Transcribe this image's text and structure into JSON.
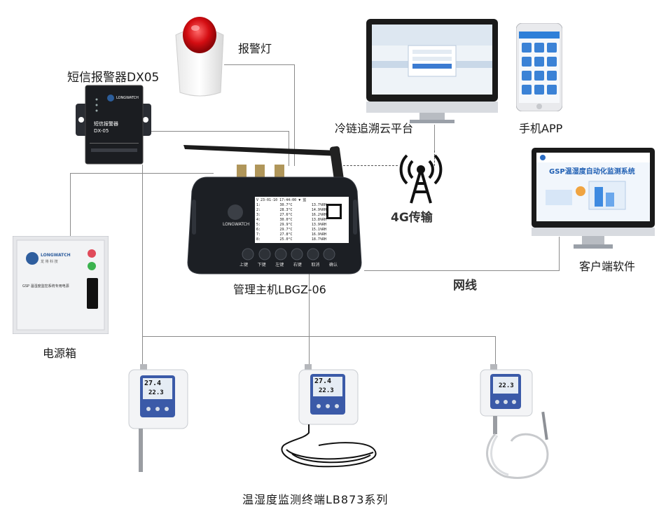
{
  "labels": {
    "alarm_light": "报警灯",
    "sms_alarm": "短信报警器DX05",
    "cloud_platform": "冷链追溯云平台",
    "mobile_app": "手机APP",
    "client_software": "客户端软件",
    "transmission": "4G传输",
    "network": "网线",
    "host": "管理主机LBGZ-06",
    "power_box": "电源箱",
    "terminals": "温湿度监测终端LB873系列"
  },
  "sms_device": {
    "brand": "LONGWATCH",
    "title": "短信报警器",
    "model": "DX-05"
  },
  "power_box_panel": {
    "brand": "LONGWATCH",
    "brand_sub": "龙 将 科 技",
    "title": "GSP 温湿度监控系统专用电源"
  },
  "client_screen": {
    "title": "GSP温湿度自动化监测系统"
  },
  "host_screen": {
    "brand": "LONGWATCH",
    "header": "V 23-01-10 17:44:00 ▼ 监",
    "rows": [
      {
        "id": "1:",
        "t": "30.7°C",
        "h": "13.7%RH"
      },
      {
        "id": "2:",
        "t": "28.3°C",
        "h": "14.9%RH"
      },
      {
        "id": "3:",
        "t": "27.6°C",
        "h": "16.2%RH"
      },
      {
        "id": "4:",
        "t": "30.0°C",
        "h": "13.8%RH"
      },
      {
        "id": "5:",
        "t": "29.9°C",
        "h": "13.9%RH"
      },
      {
        "id": "6:",
        "t": "29.7°C",
        "h": "15.1%RH"
      },
      {
        "id": "7:",
        "t": "27.8°C",
        "h": "16.9%RH"
      },
      {
        "id": "8:",
        "t": "25.0°C",
        "h": "18.7%RH"
      }
    ],
    "buttons": [
      "上键",
      "下键",
      "左键",
      "右键",
      "取消",
      "确认"
    ]
  },
  "sensors": [
    {
      "temp": "27.4",
      "hum": "22.3"
    },
    {
      "temp": "27.4",
      "hum": "22.3"
    },
    {
      "temp": "",
      "hum": "22.3"
    }
  ],
  "colors": {
    "line": "#8a8a8a",
    "host_body": "#1c1f24",
    "screen_blue": "#1f6fbf"
  }
}
